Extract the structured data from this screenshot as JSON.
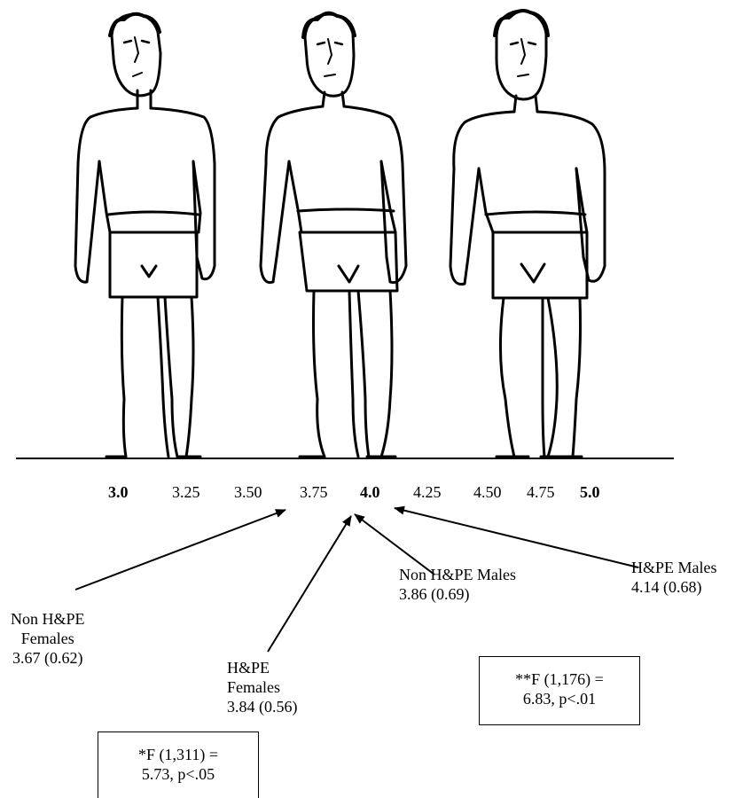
{
  "scale_ticks": [
    {
      "label": "3.0",
      "bold": true
    },
    {
      "label": "3.25",
      "bold": false
    },
    {
      "label": "3.50",
      "bold": false
    },
    {
      "label": "3.75",
      "bold": false
    },
    {
      "label": "4.0",
      "bold": true
    },
    {
      "label": "4.25",
      "bold": false
    },
    {
      "label": "4.50",
      "bold": false
    },
    {
      "label": "4.75",
      "bold": false
    },
    {
      "label": "5.0",
      "bold": true
    }
  ],
  "groups": [
    {
      "line1": "Non H&PE",
      "line2": "Females",
      "line3": "3.67 (0.62)",
      "value": 3.67
    },
    {
      "line1": "H&PE",
      "line2": "Females",
      "line3": "3.84 (0.56)",
      "value": 3.84
    },
    {
      "line1": "Non H&PE Males",
      "line2": "3.86 (0.69)",
      "value": 3.86
    },
    {
      "line1": "H&PE Males",
      "line2": "4.14 (0.68)",
      "value": 4.14
    }
  ],
  "stats": {
    "females": {
      "line1": "*F (1,311) =",
      "line2": "5.73, p<.05"
    },
    "males": {
      "line1": "**F (1,176) =",
      "line2": "6.83, p<.01"
    }
  }
}
